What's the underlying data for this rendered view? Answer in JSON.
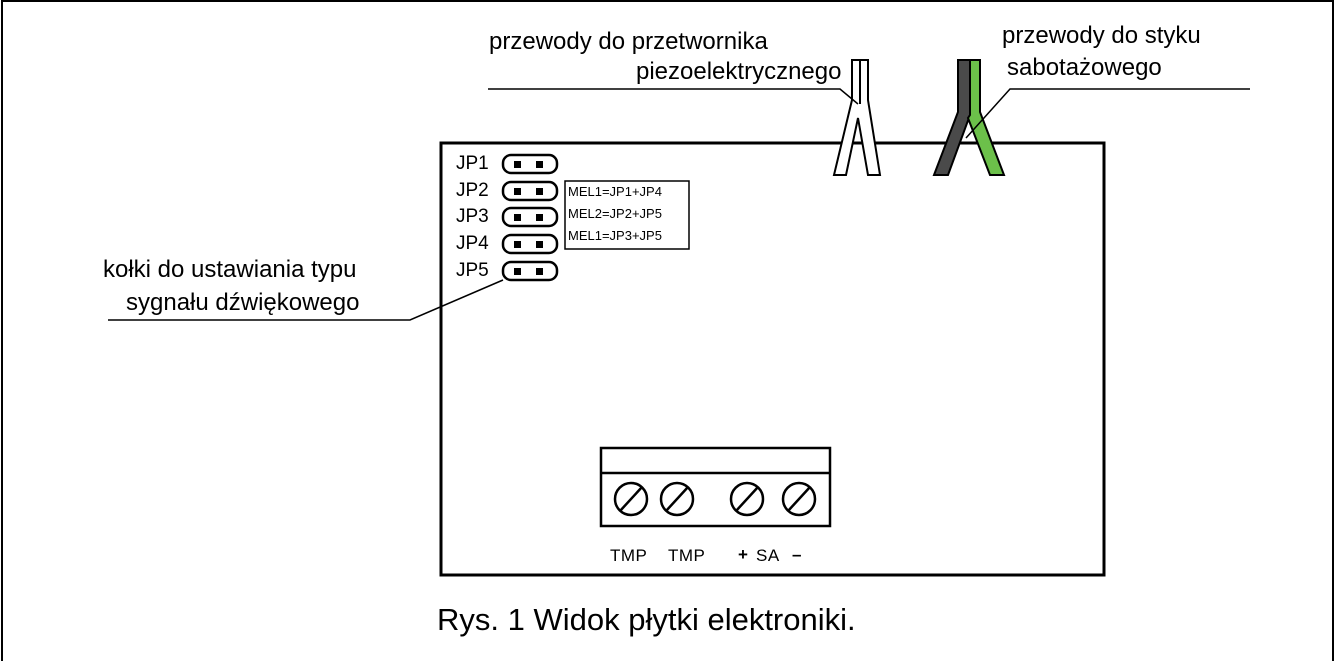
{
  "labels": {
    "piezo_line1": "przewody do przetwornika",
    "piezo_line2": "piezoelektrycznego",
    "tamper_line1": "przewody do styku",
    "tamper_line2": "sabotażowego",
    "pins_line1": "kołki do ustawiania typu",
    "pins_line2": "sygnału dźwiękowego"
  },
  "jumpers": [
    "JP1",
    "JP2",
    "JP3",
    "JP4",
    "JP5"
  ],
  "melodies": [
    "MEL1=JP1+JP4",
    "MEL2=JP2+JP5",
    "MEL1=JP3+JP5"
  ],
  "terminals": {
    "tmp1": "TMP",
    "tmp2": "TMP",
    "plus": "+",
    "sa": "SA",
    "minus": "–"
  },
  "caption": "Rys. 1 Widok płytki elektroniki.",
  "colors": {
    "tamper_wire_dark": "#4a4a4a",
    "tamper_wire_green": "#6cc04a",
    "piezo_wire": "#ffffff",
    "outline": "#000000"
  }
}
